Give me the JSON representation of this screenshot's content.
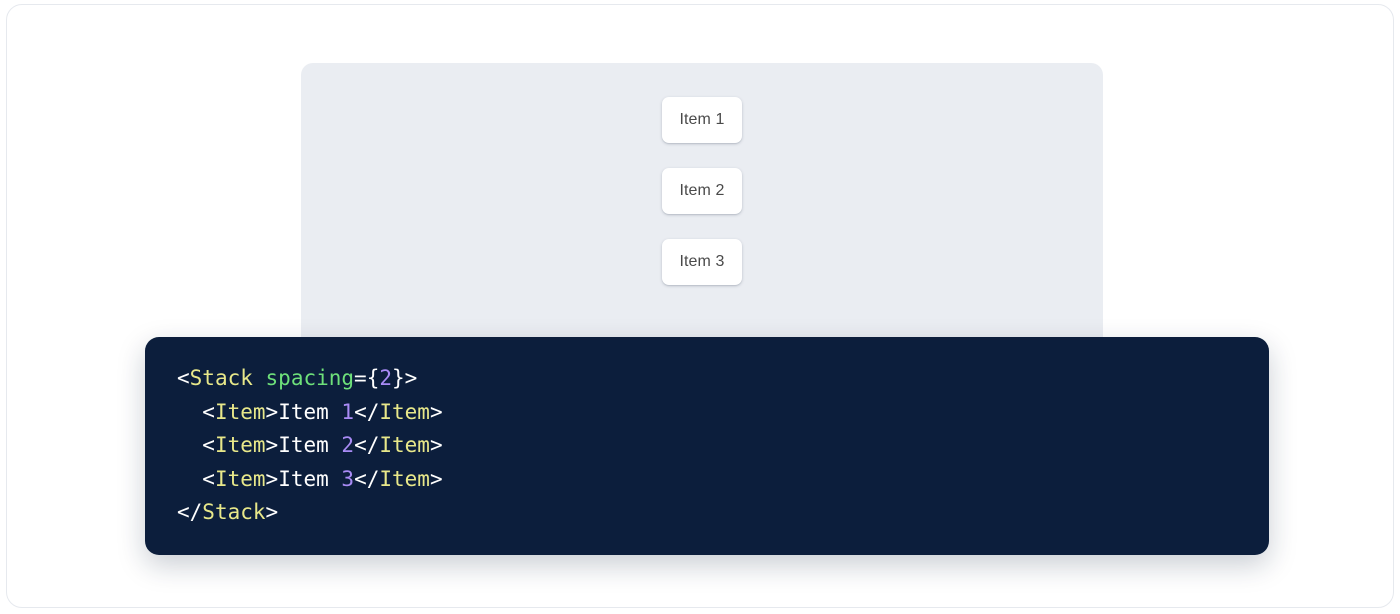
{
  "preview": {
    "panel_name": "component-preview-panel",
    "background_color": "#eaedf2",
    "stack": {
      "direction": "vertical",
      "spacing": 2,
      "items": [
        {
          "label": "Item 1"
        },
        {
          "label": "Item 2"
        },
        {
          "label": "Item 3"
        }
      ]
    }
  },
  "code_block": {
    "background_color": "#0c1e3c",
    "language": "jsx",
    "colors": {
      "tag": "#e8e88a",
      "attribute": "#6ee07a",
      "number": "#a98bf5",
      "punctuation": "#ffffff",
      "text": "#ffffff"
    },
    "lines": [
      {
        "tokens": [
          {
            "t": "punct",
            "v": "<"
          },
          {
            "t": "tag",
            "v": "Stack"
          },
          {
            "t": "text",
            "v": " "
          },
          {
            "t": "attr",
            "v": "spacing"
          },
          {
            "t": "punct",
            "v": "={"
          },
          {
            "t": "num",
            "v": "2"
          },
          {
            "t": "punct",
            "v": "}>"
          }
        ]
      },
      {
        "tokens": [
          {
            "t": "text",
            "v": "  "
          },
          {
            "t": "punct",
            "v": "<"
          },
          {
            "t": "tag",
            "v": "Item"
          },
          {
            "t": "punct",
            "v": ">"
          },
          {
            "t": "text",
            "v": "Item "
          },
          {
            "t": "num",
            "v": "1"
          },
          {
            "t": "punct",
            "v": "</"
          },
          {
            "t": "tag",
            "v": "Item"
          },
          {
            "t": "punct",
            "v": ">"
          }
        ]
      },
      {
        "tokens": [
          {
            "t": "text",
            "v": "  "
          },
          {
            "t": "punct",
            "v": "<"
          },
          {
            "t": "tag",
            "v": "Item"
          },
          {
            "t": "punct",
            "v": ">"
          },
          {
            "t": "text",
            "v": "Item "
          },
          {
            "t": "num",
            "v": "2"
          },
          {
            "t": "punct",
            "v": "</"
          },
          {
            "t": "tag",
            "v": "Item"
          },
          {
            "t": "punct",
            "v": ">"
          }
        ]
      },
      {
        "tokens": [
          {
            "t": "text",
            "v": "  "
          },
          {
            "t": "punct",
            "v": "<"
          },
          {
            "t": "tag",
            "v": "Item"
          },
          {
            "t": "punct",
            "v": ">"
          },
          {
            "t": "text",
            "v": "Item "
          },
          {
            "t": "num",
            "v": "3"
          },
          {
            "t": "punct",
            "v": "</"
          },
          {
            "t": "tag",
            "v": "Item"
          },
          {
            "t": "punct",
            "v": ">"
          }
        ]
      },
      {
        "tokens": [
          {
            "t": "punct",
            "v": "</"
          },
          {
            "t": "tag",
            "v": "Stack"
          },
          {
            "t": "punct",
            "v": ">"
          }
        ]
      }
    ]
  }
}
